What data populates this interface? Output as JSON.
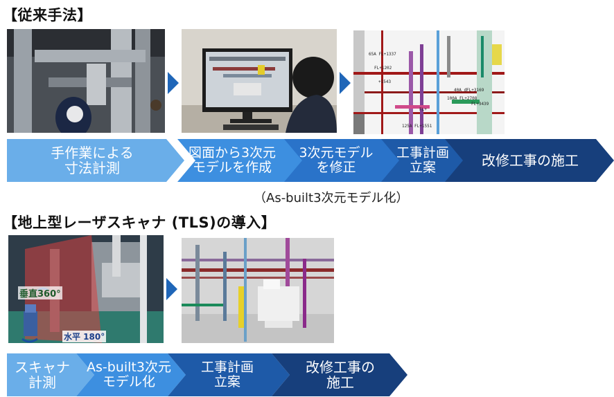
{
  "section1": {
    "heading": "【従来手法】",
    "steps": [
      {
        "line1": "手作業による",
        "line2": "寸法計測"
      },
      {
        "line1": "図面から3次元",
        "line2": "モデルを作成"
      },
      {
        "line1": "3次元モデル",
        "line2": "を修正"
      },
      {
        "line1": "工事計画",
        "line2": "立案"
      },
      {
        "line1": "改修工事の施工",
        "line2": ""
      }
    ],
    "caption": "（As-built3次元モデル化）",
    "photo_texts": [
      "65A FL+1337",
      "FL+1202",
      "+1543",
      "40A dFL+3169",
      "100A FL+2708",
      "FL+3439",
      "FL+",
      "125A FL+1551"
    ]
  },
  "section2": {
    "heading": "【地上型レーザスキャナ (TLS)の導入】",
    "steps": [
      {
        "line1": "スキャナ",
        "line2": "計測"
      },
      {
        "line1": "As-built3次元",
        "line2": "モデル化"
      },
      {
        "line1": "工事計画",
        "line2": "立案"
      },
      {
        "line1": "改修工事の",
        "line2": "施工"
      }
    ],
    "scanner_labels": {
      "vertical": "垂直360°",
      "horizontal": "水平 180°"
    }
  },
  "colors": {
    "step1": "#6aaee9",
    "step2": "#3d8fe0",
    "step3": "#2a73c9",
    "step4": "#1e5aa8",
    "step5": "#173f7c",
    "arrow": "#1f66b8"
  }
}
